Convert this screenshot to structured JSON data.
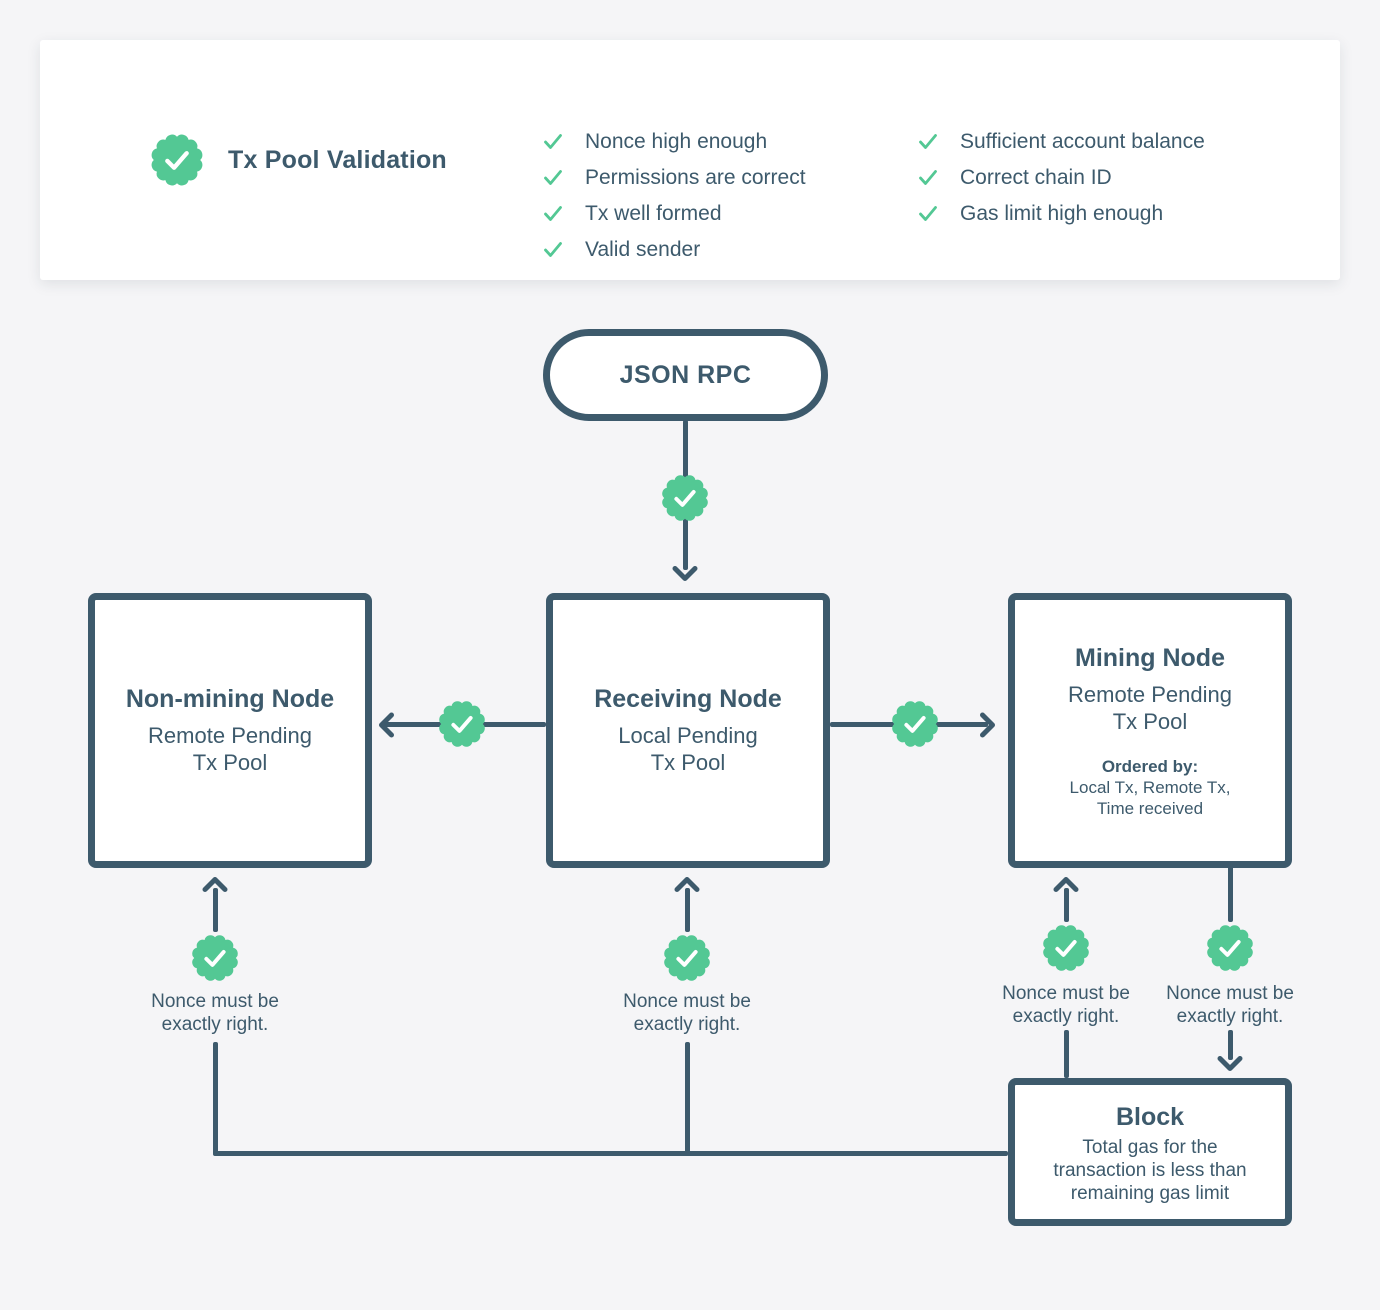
{
  "colors": {
    "accent_green": "#53c894",
    "slate": "#3d5a6c",
    "background": "#f5f5f7",
    "card_bg": "#ffffff"
  },
  "validation_card": {
    "title": "Tx Pool Validation",
    "badge_icon": "check-seal-icon",
    "items_left": [
      "Nonce high enough",
      "Permissions are correct",
      "Tx well formed",
      "Valid sender"
    ],
    "items_right": [
      "Sufficient account balance",
      "Correct chain ID",
      "Gas limit high enough"
    ]
  },
  "diagram": {
    "entry": {
      "label": "JSON RPC"
    },
    "nodes": {
      "non_mining": {
        "title": "Non-mining Node",
        "subtitle_line1": "Remote Pending",
        "subtitle_line2": "Tx Pool"
      },
      "receiving": {
        "title": "Receiving Node",
        "subtitle_line1": "Local Pending",
        "subtitle_line2": "Tx Pool"
      },
      "mining": {
        "title": "Mining Node",
        "subtitle_line1": "Remote Pending",
        "subtitle_line2": "Tx Pool",
        "ordered_by_label": "Ordered by:",
        "ordered_by_line1": "Local Tx, Remote Tx,",
        "ordered_by_line2": "Time received"
      },
      "block": {
        "title": "Block",
        "body_line1": "Total gas for the",
        "body_line2": "transaction is less than",
        "body_line3": "remaining gas limit"
      }
    },
    "nonce_note_line1": "Nonce must be",
    "nonce_note_line2": "exactly right."
  }
}
